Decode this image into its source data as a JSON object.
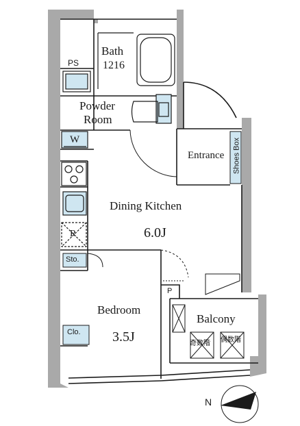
{
  "rooms": {
    "bath_label": "Bath",
    "bath_size": "1216",
    "ps": "PS",
    "powder_line1": "Powder",
    "powder_line2": "Room",
    "washer": "W",
    "refrigerator": "R",
    "entrance": "Entrance",
    "shoes_box": "Shoes Box",
    "dining_kitchen": "Dining Kitchen",
    "dk_size": "6.0J",
    "storage": "Sto.",
    "pipe_space": "P",
    "bedroom": "Bedroom",
    "bedroom_size": "3.5J",
    "closet": "Clo.",
    "balcony": "Balcony",
    "hatch_left": "奇数階",
    "hatch_right": "偶数階"
  },
  "compass": {
    "label": "N"
  },
  "colors": {
    "wall": "#a9a9a9",
    "line": "#1a1a1a",
    "fixture_blue": "#cfe6f1",
    "background": "#ffffff"
  }
}
